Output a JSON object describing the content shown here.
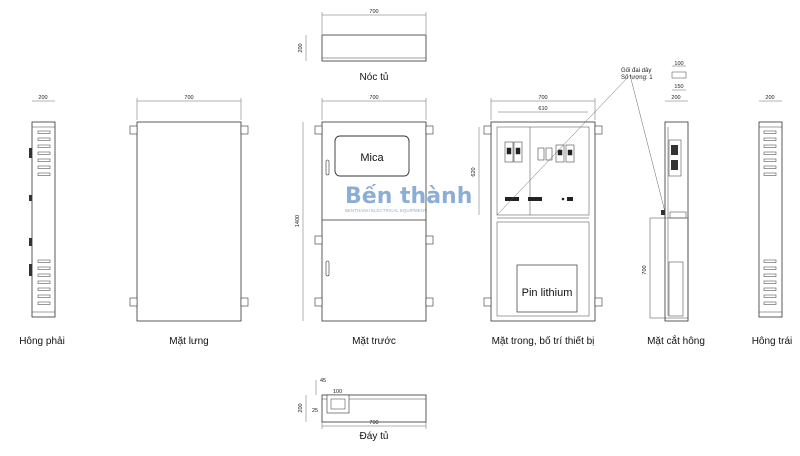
{
  "views": {
    "roof": {
      "label": "Nóc tủ",
      "width": "700",
      "depth": "200"
    },
    "right_side": {
      "label": "Hông phải",
      "width": "200"
    },
    "back": {
      "label": "Mặt lưng",
      "width": "700"
    },
    "front": {
      "label": "Mặt trước",
      "width": "700",
      "height": "1400",
      "window_label": "Mica"
    },
    "inside": {
      "label": "Mặt trong, bố trí thiết bị",
      "width": "700",
      "inner_width": "610",
      "panel_height": "620",
      "battery_label": "Pin lithium"
    },
    "section": {
      "label": "Mặt cắt hông",
      "width": "200",
      "bracket_top": "100",
      "bracket_bottom": "150",
      "inner_height": "700",
      "note_line1": "Gối đai dây",
      "note_line2": "Số lượng: 1"
    },
    "left_side": {
      "label": "Hông trái",
      "width": "200"
    },
    "bottom": {
      "label": "Đáy tủ",
      "width": "700",
      "depth": "200",
      "d1": "45",
      "d2": "100",
      "d3": "25"
    }
  },
  "watermark": {
    "brand": "Bến thành",
    "tagline": "BENTHANH ELECTRICAL EQUIPMENT",
    "color": "#2d6db5"
  }
}
